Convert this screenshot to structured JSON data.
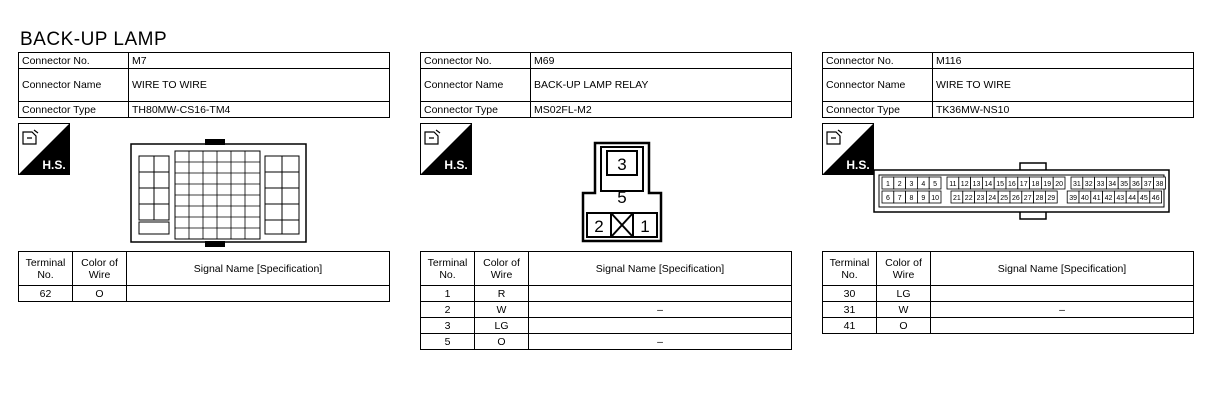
{
  "title": "BACK-UP LAMP",
  "labels": {
    "connector_no": "Connector No.",
    "connector_name": "Connector Name",
    "connector_type": "Connector Type",
    "hs": "H.S.",
    "col_terminal": "Terminal No.",
    "col_color": "Color of Wire",
    "col_signal": "Signal Name [Specification]"
  },
  "connectors": [
    {
      "no": "M7",
      "name": "WIRE TO WIRE",
      "type": "TH80MW-CS16-TM4",
      "rows": [
        {
          "terminal": "62",
          "color": "O",
          "signal": ""
        }
      ]
    },
    {
      "no": "M69",
      "name": "BACK-UP LAMP RELAY",
      "type": "MS02FL-M2",
      "relay_pins": [
        "3",
        "5",
        "2",
        "1"
      ],
      "rows": [
        {
          "terminal": "1",
          "color": "R",
          "signal": ""
        },
        {
          "terminal": "2",
          "color": "W",
          "signal": "–"
        },
        {
          "terminal": "3",
          "color": "LG",
          "signal": ""
        },
        {
          "terminal": "5",
          "color": "O",
          "signal": "–"
        }
      ]
    },
    {
      "no": "M116",
      "name": "WIRE TO WIRE",
      "type": "TK36MW-NS10",
      "pins_top": [
        "1",
        "2",
        "3",
        "4",
        "5",
        "11",
        "12",
        "13",
        "14",
        "15",
        "16",
        "17",
        "18",
        "19",
        "20",
        "31",
        "32",
        "33",
        "34",
        "35",
        "36",
        "37",
        "38"
      ],
      "pins_bottom": [
        "6",
        "7",
        "8",
        "9",
        "10",
        "21",
        "22",
        "23",
        "24",
        "25",
        "26",
        "27",
        "28",
        "29",
        "39",
        "40",
        "41",
        "42",
        "43",
        "44",
        "45",
        "46"
      ],
      "rows": [
        {
          "terminal": "30",
          "color": "LG",
          "signal": ""
        },
        {
          "terminal": "31",
          "color": "W",
          "signal": "–"
        },
        {
          "terminal": "41",
          "color": "O",
          "signal": ""
        }
      ]
    }
  ]
}
